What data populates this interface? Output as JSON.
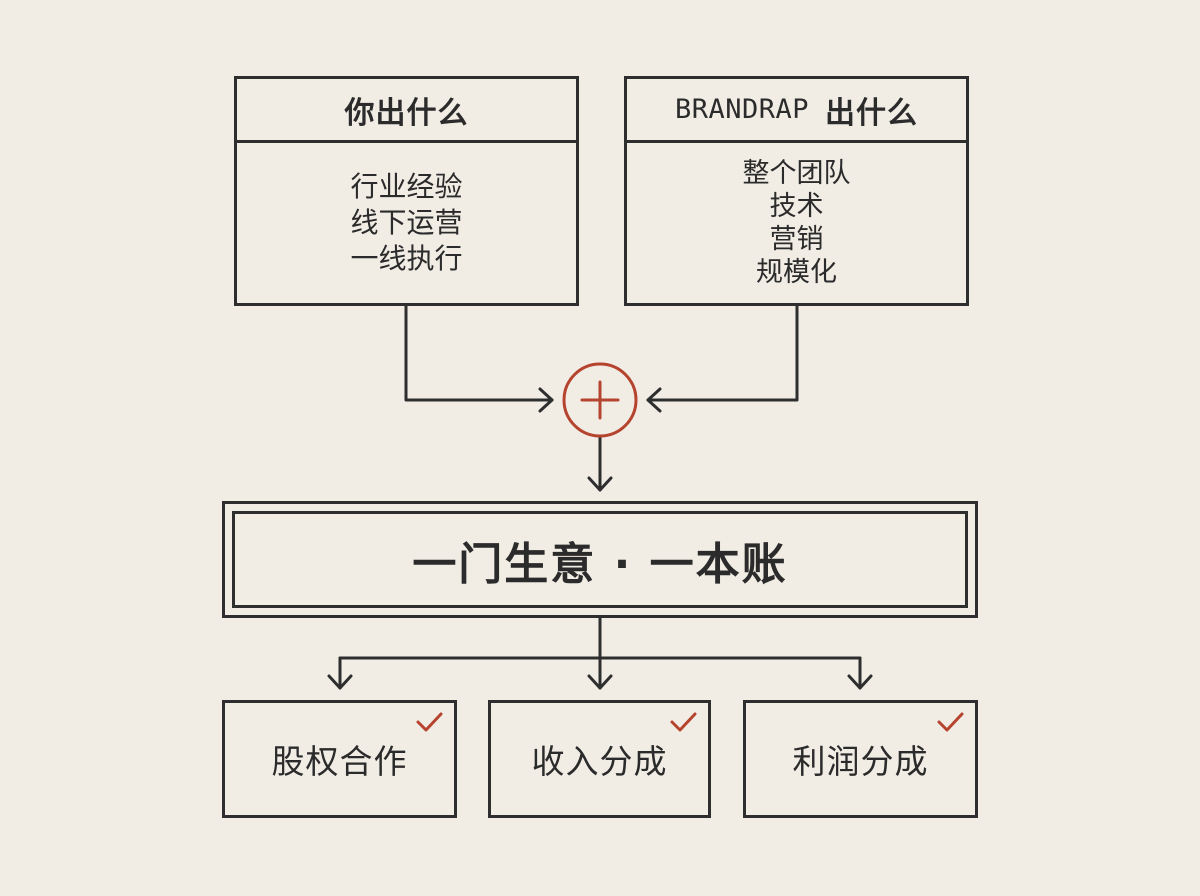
{
  "left_box": {
    "title": "你出什么",
    "items": [
      "行业经验",
      "线下运营",
      "一线执行"
    ]
  },
  "right_box": {
    "title_brand": "BRANDRAP",
    "title_suffix": "出什么",
    "items": [
      "整个团队",
      "技术",
      "营销",
      "规模化"
    ]
  },
  "combine_symbol": "+",
  "center": {
    "label": "一门生意 · 一本账"
  },
  "results": [
    {
      "label": "股权合作"
    },
    {
      "label": "收入分成"
    },
    {
      "label": "利润分成"
    }
  ],
  "colors": {
    "background": "#f1ede5",
    "line": "#2e2e2e",
    "accent": "#b5432e"
  }
}
